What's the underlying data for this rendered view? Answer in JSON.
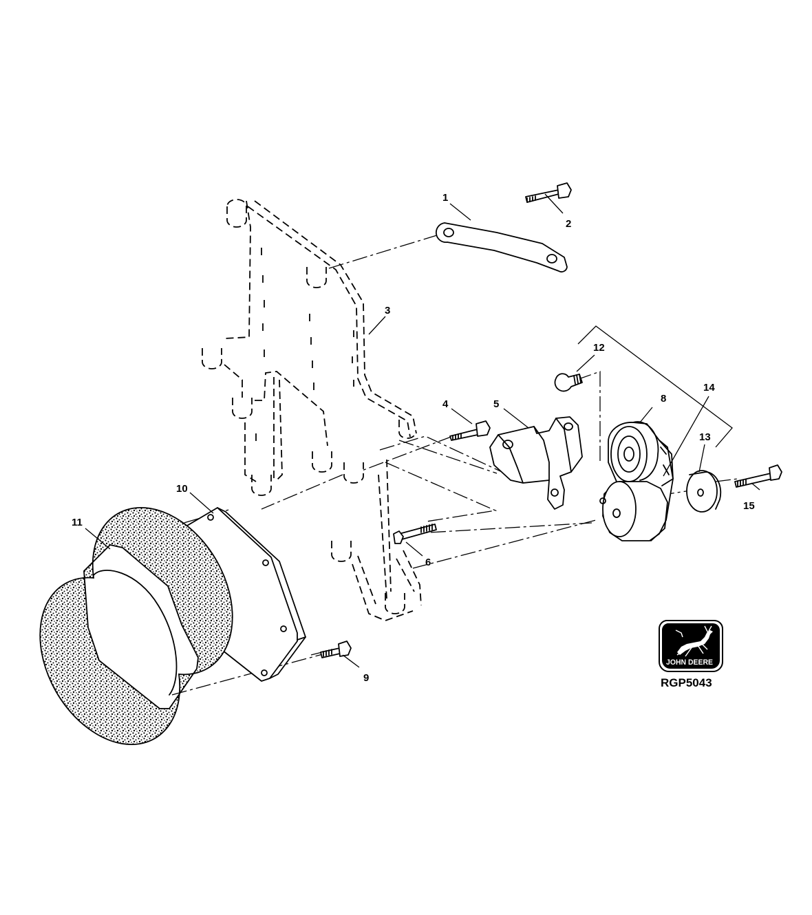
{
  "callouts": [
    {
      "id": "1",
      "label": "1"
    },
    {
      "id": "2",
      "label": "2"
    },
    {
      "id": "3",
      "label": "3"
    },
    {
      "id": "4",
      "label": "4"
    },
    {
      "id": "5",
      "label": "5"
    },
    {
      "id": "6",
      "label": "6"
    },
    {
      "id": "8",
      "label": "8"
    },
    {
      "id": "9",
      "label": "9"
    },
    {
      "id": "10",
      "label": "10"
    },
    {
      "id": "11",
      "label": "11"
    },
    {
      "id": "12",
      "label": "12"
    },
    {
      "id": "13",
      "label": "13"
    },
    {
      "id": "14",
      "label": "14"
    },
    {
      "id": "15",
      "label": "15"
    }
  ],
  "logo": {
    "brand_text": "JOHN DEERE",
    "icon": "leaping-deer-icon"
  },
  "reference_code": "RGP5043"
}
